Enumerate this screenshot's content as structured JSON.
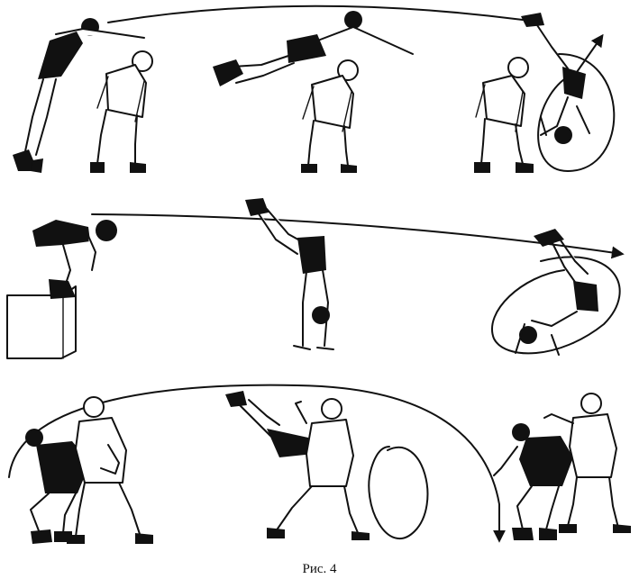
{
  "figure": {
    "caption": "Рис. 4",
    "rows": [
      {
        "label": "row-1",
        "panels": [
          "vault-run-up",
          "vault-flight-over-partner",
          "forward-roll-landing"
        ]
      },
      {
        "label": "row-2",
        "panels": [
          "jump-from-box",
          "handstand",
          "roll-out"
        ]
      },
      {
        "label": "row-3",
        "panels": [
          "throw-entry",
          "throw-lift",
          "throw-finish"
        ]
      }
    ],
    "colors": {
      "ink": "#111111",
      "paper": "#ffffff"
    }
  }
}
